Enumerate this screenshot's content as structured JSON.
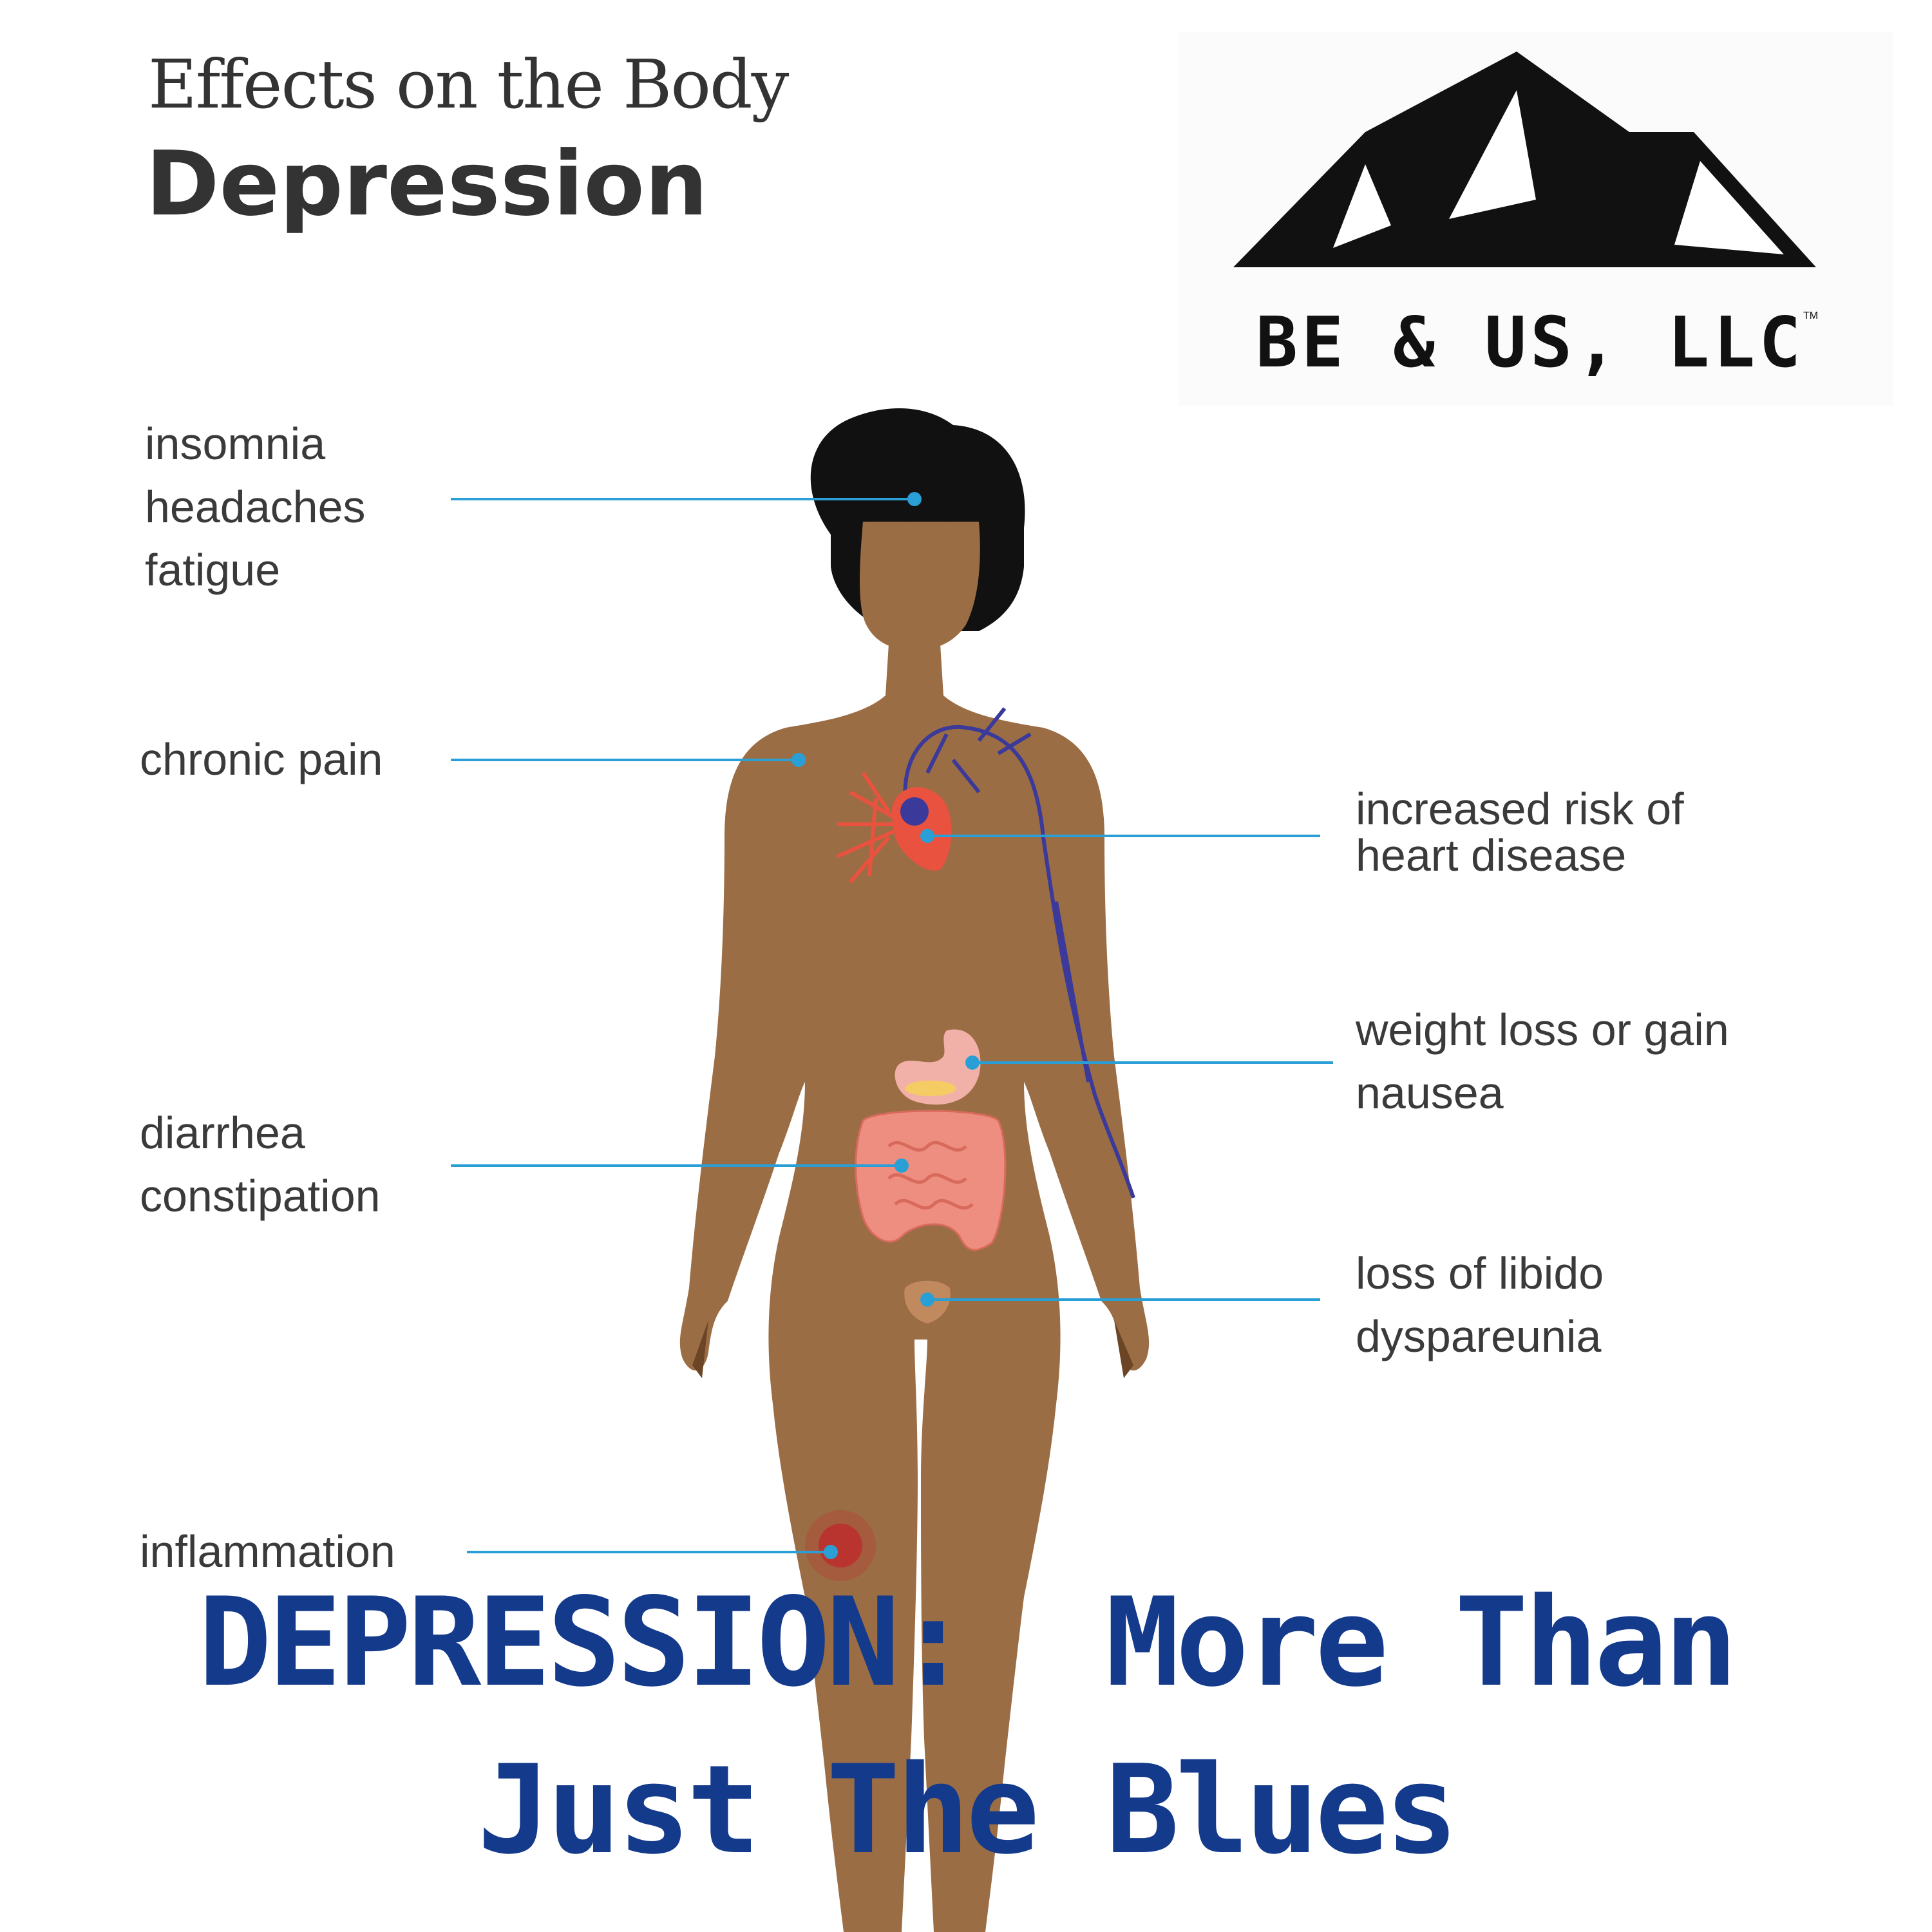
{
  "header": {
    "title": "Effects on the Body",
    "subtitle": "Depression"
  },
  "logo": {
    "text": "BE & US, LLC",
    "trademark": "TM"
  },
  "labels": {
    "head": [
      "insomnia",
      "headaches",
      "fatigue"
    ],
    "chest": [
      "chronic pain"
    ],
    "heart": [
      "increased risk of",
      "heart disease"
    ],
    "stomach": [
      "weight loss or gain",
      "nausea"
    ],
    "intestines": [
      "diarrhea",
      "constipation"
    ],
    "pelvis": [
      "loss of libido",
      "dyspareunia"
    ],
    "leg": [
      "inflammation"
    ]
  },
  "banner": {
    "line1": "DEPRESSION:  More Than",
    "line2": "Just The Blues"
  },
  "colors": {
    "skin": "#9b6d45",
    "hair": "#111111",
    "leader_line": "#2a9fd6",
    "banner": "#143a8c",
    "heart": "#e8523f",
    "veins": "#3b3a9a",
    "stomach": "#f2b1a8",
    "intestine": "#ee8e80",
    "inflammation": "#c0282a"
  }
}
